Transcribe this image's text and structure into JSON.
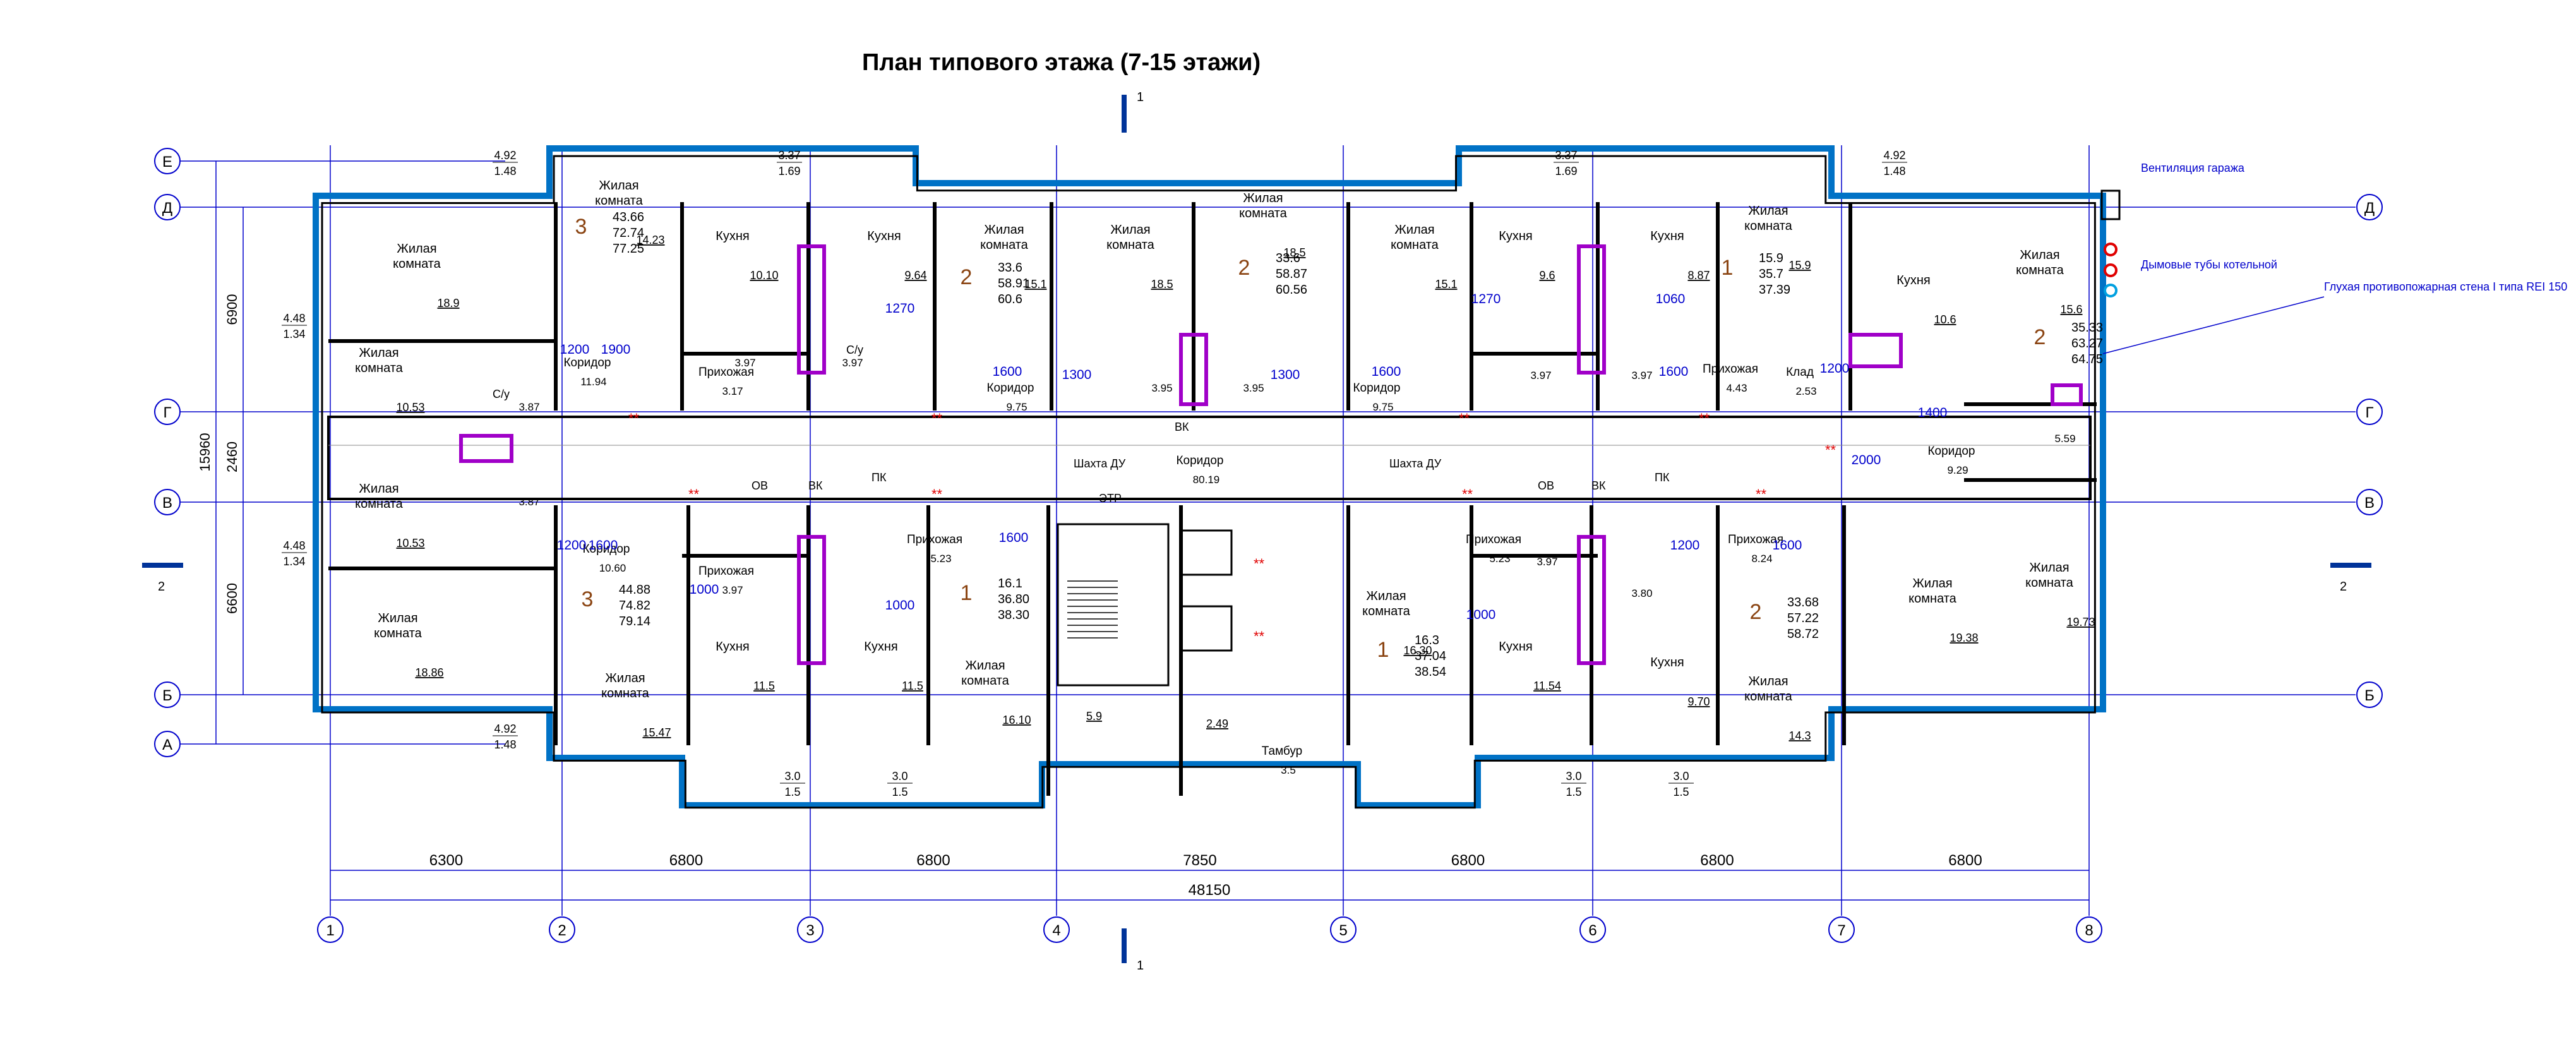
{
  "title": "План типового этажа (7-15 этажи)",
  "colors": {
    "axis": "#0000cc",
    "facade": "#0072c6",
    "wall": "#000000",
    "shaft": "#a000c8",
    "marker": "#e00000"
  },
  "axes": {
    "vertical": [
      "1",
      "2",
      "3",
      "4",
      "5",
      "6",
      "7",
      "8"
    ],
    "horizontal": [
      "Е",
      "Д",
      "Г",
      "В",
      "Б",
      "А"
    ]
  },
  "dims_bottom": [
    "6300",
    "6800",
    "6800",
    "7850",
    "6800",
    "6800",
    "6800"
  ],
  "dim_total": "48150",
  "dims_left": [
    "6900",
    "2460",
    "6600"
  ],
  "dim_left_total": "15960",
  "section_marks": {
    "top": "1",
    "bottom": "1",
    "left": "2",
    "right": "2"
  },
  "rooms": [
    {
      "name": "Жилая комната",
      "area": "18.9"
    },
    {
      "name": "Жилая комната",
      "area": "10.53"
    },
    {
      "name": "Жилая комната",
      "area": "10.53"
    },
    {
      "name": "Жилая комната",
      "area": "18.86"
    },
    {
      "name": "Жилая комната",
      "area": "14.23"
    },
    {
      "name": "Жилая комната",
      "area": "15.47"
    },
    {
      "name": "Кухня",
      "area": "10.10"
    },
    {
      "name": "Кухня",
      "area": "9.64"
    },
    {
      "name": "Кухня",
      "area": "11.5"
    },
    {
      "name": "Кухня",
      "area": "11.5"
    },
    {
      "name": "Жилая комната",
      "area": "15.1"
    },
    {
      "name": "Жилая комната",
      "area": "18.5"
    },
    {
      "name": "Жилая комната",
      "area": "18.5"
    },
    {
      "name": "Жилая комната",
      "area": "15.1"
    },
    {
      "name": "Жилая комната",
      "area": "16.10"
    },
    {
      "name": "Жилая комната",
      "area": "16.30"
    },
    {
      "name": "Кухня",
      "area": "9.6"
    },
    {
      "name": "Кухня",
      "area": "8.87"
    },
    {
      "name": "Жилая комната",
      "area": "15.9"
    },
    {
      "name": "Кухня",
      "area": "11.54"
    },
    {
      "name": "Кухня",
      "area": "9.70"
    },
    {
      "name": "Жилая комната",
      "area": "14.3"
    },
    {
      "name": "Кухня",
      "area": "10.6"
    },
    {
      "name": "Жилая комната",
      "area": "15.6"
    },
    {
      "name": "Жилая комната",
      "area": "19.38"
    },
    {
      "name": "Жилая комната",
      "area": "19.73"
    }
  ],
  "corridors": [
    {
      "name": "Коридор",
      "area": "11.94"
    },
    {
      "name": "Коридор",
      "area": "10.60"
    },
    {
      "name": "Прихожая",
      "area": "3.17"
    },
    {
      "name": "Прихожая",
      "area": "3.97"
    },
    {
      "name": "Коридор",
      "area": "9.75"
    },
    {
      "name": "Коридор",
      "area": "9.75"
    },
    {
      "name": "Прихожая",
      "area": "4.43"
    },
    {
      "name": "Клад",
      "area": "2.53"
    },
    {
      "name": "Коридор",
      "area": "9.29"
    },
    {
      "name": "Коридор",
      "area": "80.19"
    },
    {
      "name": "Прихожая",
      "area": "5.23"
    },
    {
      "name": "Прихожая",
      "area": "5.23"
    },
    {
      "name": "Прихожая",
      "area": "8.24"
    },
    {
      "name": "Тамбур",
      "area": "3.5"
    }
  ],
  "apartments": [
    {
      "rooms": "3",
      "living": "43.66",
      "total": "72.74",
      "total_k": "77.25"
    },
    {
      "rooms": "2",
      "living": "33.6",
      "total": "58.91",
      "total_k": "60.6"
    },
    {
      "rooms": "2",
      "living": "33.6",
      "total": "58.87",
      "total_k": "60.56"
    },
    {
      "rooms": "1",
      "living": "15.9",
      "total": "35.7",
      "total_k": "37.39"
    },
    {
      "rooms": "2",
      "living": "35.33",
      "total": "63.27",
      "total_k": "64.75"
    },
    {
      "rooms": "3",
      "living": "44.88",
      "total": "74.82",
      "total_k": "79.14"
    },
    {
      "rooms": "1",
      "living": "16.1",
      "total": "36.80",
      "total_k": "38.30"
    },
    {
      "rooms": "1",
      "living": "16.3",
      "total": "37.04",
      "total_k": "38.54"
    },
    {
      "rooms": "2",
      "living": "33.68",
      "total": "57.22",
      "total_k": "58.72"
    }
  ],
  "balconies": [
    {
      "a": "4.92",
      "b": "1.48"
    },
    {
      "a": "3.37",
      "b": "1.69"
    },
    {
      "a": "3.37",
      "b": "1.69"
    },
    {
      "a": "4.92",
      "b": "1.48"
    },
    {
      "a": "4.48",
      "b": "1.34"
    },
    {
      "a": "4.48",
      "b": "1.34"
    },
    {
      "a": "4.92",
      "b": "1.48"
    },
    {
      "a": "3.0",
      "b": "1.5"
    },
    {
      "a": "3.0",
      "b": "1.5"
    },
    {
      "a": "3.0",
      "b": "1.5"
    },
    {
      "a": "3.0",
      "b": "1.5"
    }
  ],
  "baths": [
    "3.87",
    "3.87",
    "3.97",
    "3.97",
    "3.95",
    "3.95",
    "3.97",
    "3.97",
    "3.97",
    "3.80",
    "5.59"
  ],
  "service": {
    "shaft1": "Шахта ДУ",
    "shaft2": "Шахта ДУ",
    "etr": "ЭТР",
    "vk": "ВК",
    "ov": "ОВ",
    "pk": "ПК",
    "su": "С/у",
    "lift_area": "5.9",
    "small_area": "2.49"
  },
  "inner_dims": [
    "1900",
    "1270",
    "1200",
    "1600",
    "1300",
    "1300",
    "1600",
    "1270",
    "1060",
    "1600",
    "1400",
    "1200",
    "1600",
    "1000",
    "1000",
    "1600",
    "1000",
    "1200",
    "1600",
    "2000",
    "1200"
  ],
  "notes": {
    "vent": "Вентиляция гаража",
    "smoke": "Дымовые тубы котельной",
    "firewall": "Глухая противопожарная стена I типа REI 150"
  }
}
